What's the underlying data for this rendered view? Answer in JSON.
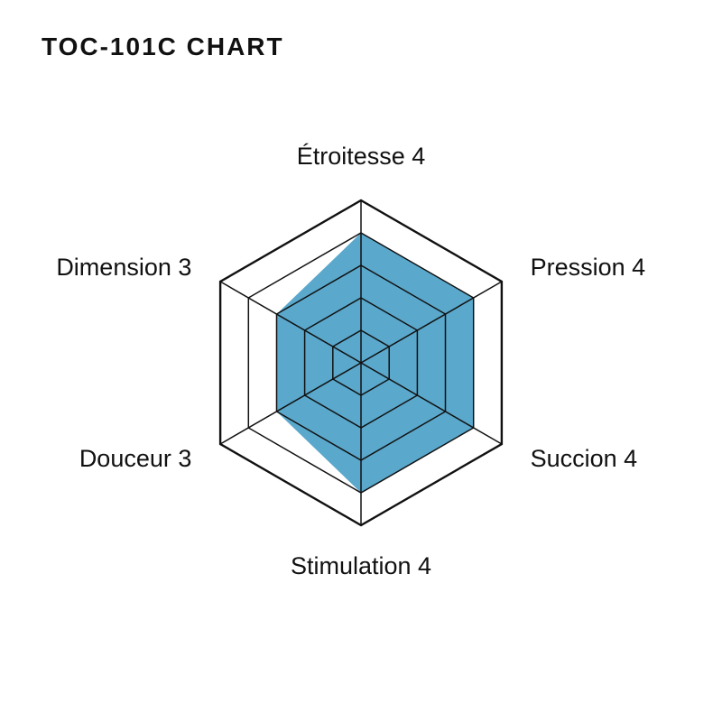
{
  "title": "TOC-101C CHART",
  "colors": {
    "fill": "#5aa8cc",
    "grid": "#111111",
    "background": "#ffffff"
  },
  "chart_data": {
    "type": "radar",
    "title": "TOC-101C CHART",
    "max": 5,
    "levels": 5,
    "axes": [
      {
        "name": "Étroitesse",
        "value": 4,
        "label": "Étroitesse 4"
      },
      {
        "name": "Pression",
        "value": 4,
        "label": "Pression 4"
      },
      {
        "name": "Succion",
        "value": 4,
        "label": "Succion 4"
      },
      {
        "name": "Stimulation",
        "value": 4,
        "label": "Stimulation 4"
      },
      {
        "name": "Douceur",
        "value": 3,
        "label": "Douceur 3"
      },
      {
        "name": "Dimension",
        "value": 3,
        "label": "Dimension 3"
      }
    ],
    "grid": true,
    "legend": "none"
  }
}
